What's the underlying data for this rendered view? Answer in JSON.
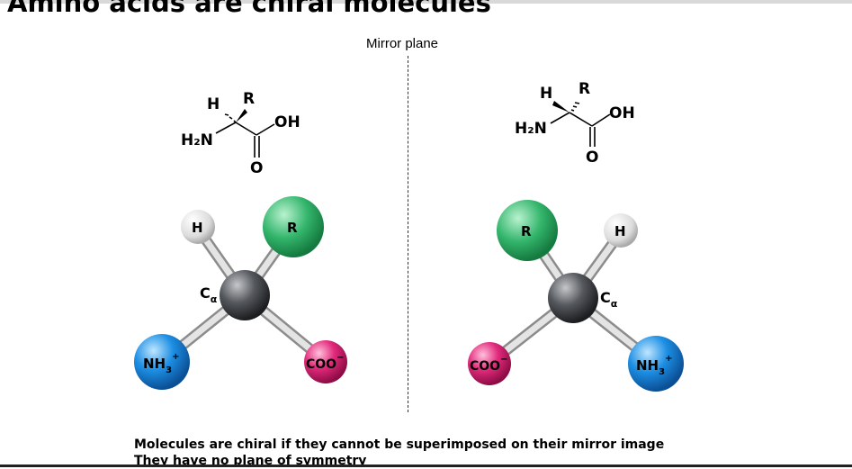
{
  "title": "Amino acids are chiral molecules",
  "mirror_label": "Mirror plane",
  "left_structure": {
    "h": "H",
    "r": "R",
    "amine": "H₂N",
    "oh": "OH",
    "o": "O"
  },
  "right_structure": {
    "h": "H",
    "r": "R",
    "amine": "H₂N",
    "oh": "OH",
    "o": "O"
  },
  "left_model": {
    "h": "H",
    "r": "R",
    "c_alpha": "C",
    "alpha": "α",
    "nh3": "NH",
    "nh3_sub": "3",
    "nh3_sup": "+",
    "coo": "COO",
    "coo_sup": "−"
  },
  "right_model": {
    "h": "H",
    "r": "R",
    "c_alpha": "C",
    "alpha": "α",
    "nh3": "NH",
    "nh3_sub": "3",
    "nh3_sup": "+",
    "coo": "COO",
    "coo_sup": "−"
  },
  "caption": {
    "line1": "Molecules are chiral if they cannot be superimposed on their mirror image",
    "line2": "They have no plane of symmetry"
  },
  "colors": {
    "hydrogen": "#e8e8e8",
    "r_group": "#2fb36a",
    "carbon": "#4a4d52",
    "nh3": "#1f8fe0",
    "coo": "#e0287a",
    "bond": "#c9c9c9"
  }
}
